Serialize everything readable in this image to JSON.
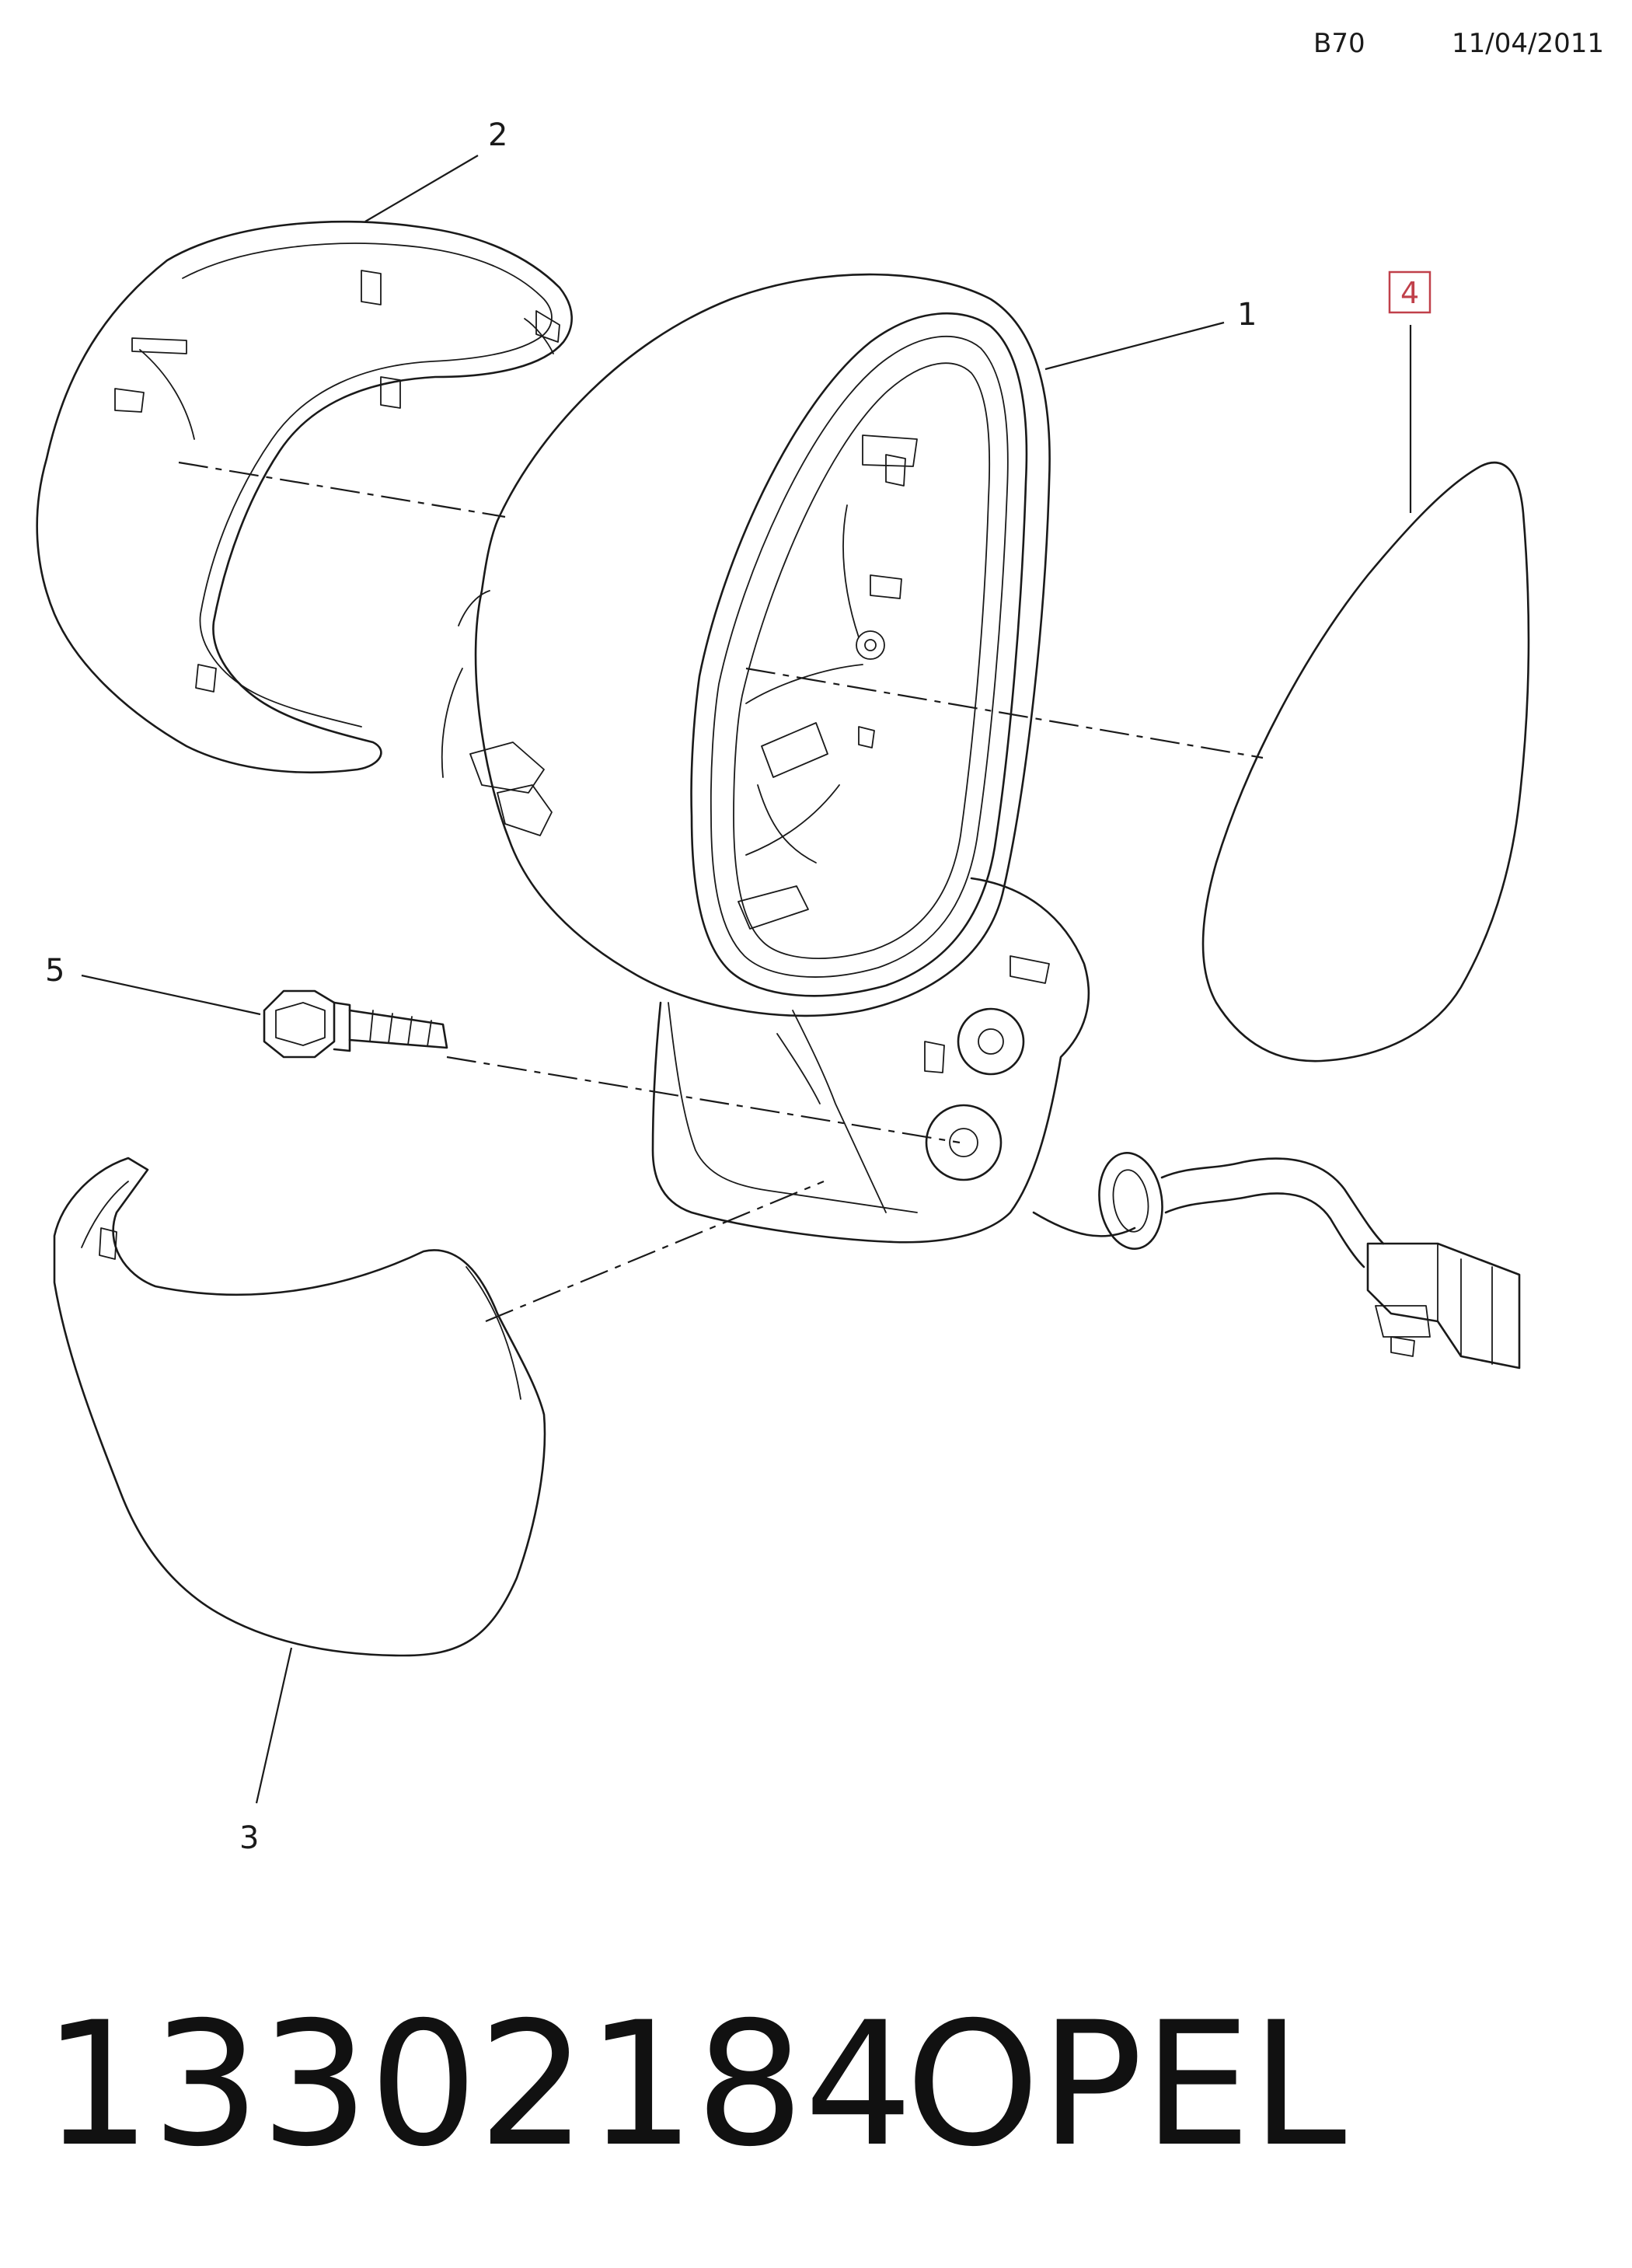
{
  "header": {
    "code": "B70",
    "date": "11/04/2011"
  },
  "callouts": {
    "mirror_assembly": "1",
    "upper_cover": "2",
    "lower_cover": "3",
    "mirror_glass": "4",
    "bolt": "5"
  },
  "highlighted_callout": "mirror_glass",
  "highlight_color": "#c0404a",
  "part_number": "13302184",
  "brand": "OPEL"
}
